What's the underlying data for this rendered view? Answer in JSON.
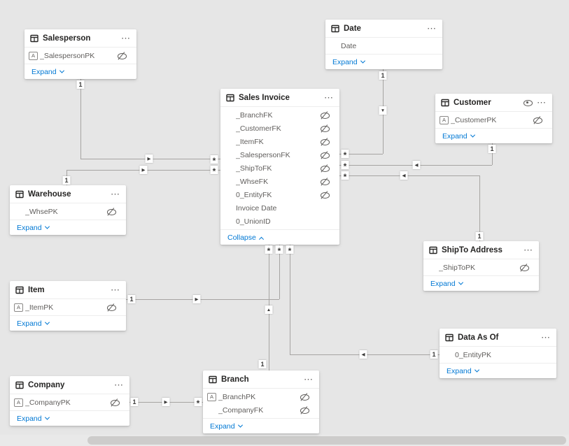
{
  "colors": {
    "canvas_bg": "#e6e6e6",
    "card_bg": "#ffffff",
    "accent_link": "#0078d4",
    "relationship_line": "#a6a4a2",
    "title_text": "#252423",
    "field_text": "#605e5c"
  },
  "icons": {
    "more": "⋯",
    "type_text": "A"
  },
  "tables": {
    "salesperson": {
      "title": "Salesperson",
      "footer": "Expand",
      "fields": [
        {
          "name": "_SalespersonPK",
          "type_icon": true,
          "hidden": true
        }
      ]
    },
    "date": {
      "title": "Date",
      "footer": "Expand",
      "fields": [
        {
          "name": "Date",
          "type_icon": false,
          "hidden": false
        }
      ]
    },
    "sales_invoice": {
      "title": "Sales Invoice",
      "footer": "Collapse",
      "fields": [
        {
          "name": "_BranchFK",
          "hidden": true
        },
        {
          "name": "_CustomerFK",
          "hidden": true
        },
        {
          "name": "_ItemFK",
          "hidden": true
        },
        {
          "name": "_SalespersonFK",
          "hidden": true
        },
        {
          "name": "_ShipToFK",
          "hidden": true
        },
        {
          "name": "_WhseFK",
          "hidden": true
        },
        {
          "name": "0_EntityFK",
          "hidden": true
        },
        {
          "name": "Invoice Date",
          "hidden": false
        },
        {
          "name": "0_UnionID",
          "hidden": false
        }
      ]
    },
    "customer": {
      "title": "Customer",
      "footer": "Expand",
      "header_eye": true,
      "fields": [
        {
          "name": "_CustomerPK",
          "type_icon": true,
          "hidden": true
        }
      ]
    },
    "warehouse": {
      "title": "Warehouse",
      "footer": "Expand",
      "fields": [
        {
          "name": "_WhsePK",
          "type_icon": false,
          "hidden": true
        }
      ]
    },
    "shipto_address": {
      "title": "ShipTo Address",
      "footer": "Expand",
      "fields": [
        {
          "name": "_ShipToPK",
          "type_icon": false,
          "hidden": true
        }
      ]
    },
    "item": {
      "title": "Item",
      "footer": "Expand",
      "fields": [
        {
          "name": "_ItemPK",
          "type_icon": true,
          "hidden": true
        }
      ]
    },
    "data_as_of": {
      "title": "Data As Of",
      "footer": "Expand",
      "fields": [
        {
          "name": "0_EntityPK",
          "type_icon": false,
          "hidden": false
        }
      ]
    },
    "company": {
      "title": "Company",
      "footer": "Expand",
      "fields": [
        {
          "name": "_CompanyPK",
          "type_icon": true,
          "hidden": true
        }
      ]
    },
    "branch": {
      "title": "Branch",
      "footer": "Expand",
      "fields": [
        {
          "name": "_BranchPK",
          "type_icon": true,
          "hidden": true
        },
        {
          "name": "_CompanyFK",
          "type_icon": false,
          "hidden": true
        }
      ]
    }
  },
  "relationships": [
    {
      "from": "Salesperson",
      "to": "Sales Invoice",
      "one": "1",
      "many": "*",
      "arrow": "▶"
    },
    {
      "from": "Warehouse",
      "to": "Sales Invoice",
      "one": "1",
      "many": "*",
      "arrow": "▶"
    },
    {
      "from": "Date",
      "to": "Sales Invoice",
      "one": "1",
      "many": "*",
      "arrow": "▼"
    },
    {
      "from": "Customer",
      "to": "Sales Invoice",
      "one": "1",
      "many": "*",
      "arrow": "◀"
    },
    {
      "from": "ShipTo Address",
      "to": "Sales Invoice",
      "one": "1",
      "many": "*",
      "arrow": "◀"
    },
    {
      "from": "Item",
      "to": "Sales Invoice",
      "one": "1",
      "many": "*",
      "arrow": "▶"
    },
    {
      "from": "Branch",
      "to": "Sales Invoice",
      "one": "1",
      "many": "*",
      "arrow": "▲"
    },
    {
      "from": "Data As Of",
      "to": "Sales Invoice",
      "one": "1",
      "many": "*",
      "arrow": "◀"
    },
    {
      "from": "Company",
      "to": "Branch",
      "one": "1",
      "many": "*",
      "arrow": "▶"
    }
  ]
}
